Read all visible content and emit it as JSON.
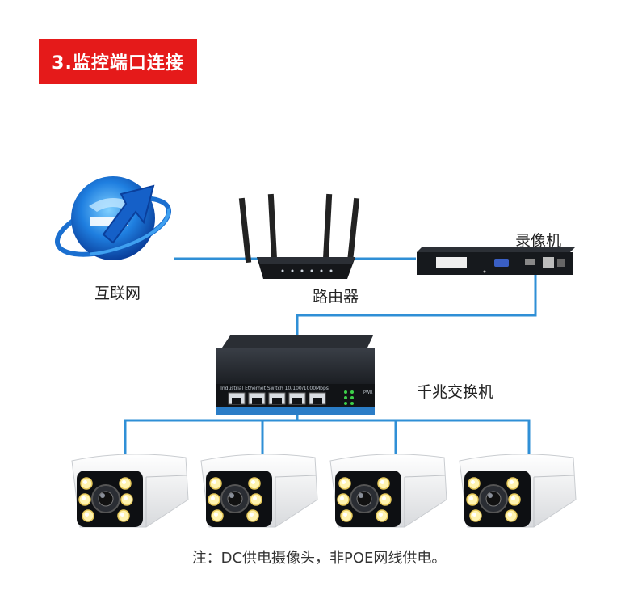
{
  "title": "3.监控端口连接",
  "labels": {
    "internet": "互联网",
    "router": "路由器",
    "nvr": "录像机",
    "switch": "千兆交换机"
  },
  "switch_panel_text": "Industrial Ethernet Switch 10/100/1000Mbps",
  "switch_pwr_label": "PWR",
  "note": "注：DC供电摄像头，非POE网线供电。",
  "colors": {
    "title_bg": "#e51a1a",
    "cable": "#2f8fd6",
    "device_dark": "#1c1f24",
    "switch_accent": "#2a7cc6",
    "led_green": "#3ecf4a"
  }
}
